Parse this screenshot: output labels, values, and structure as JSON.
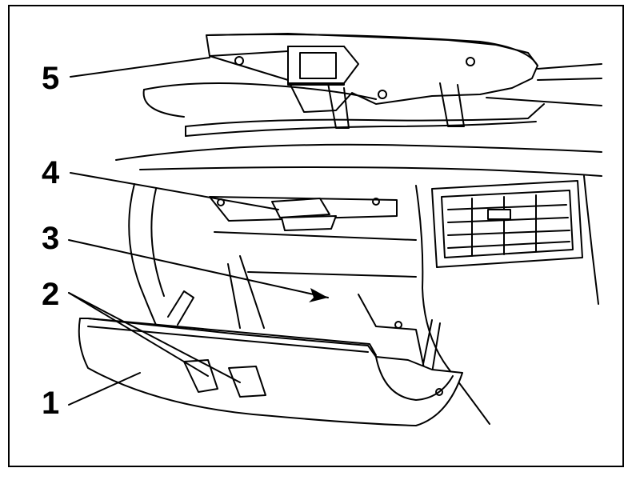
{
  "colors": {
    "ink": "#000000",
    "paper": "#ffffff",
    "part_fill": "#d0d0d0"
  },
  "callouts": [
    {
      "id": "5",
      "label": "5"
    },
    {
      "id": "4",
      "label": "4"
    },
    {
      "id": "3",
      "label": "3"
    },
    {
      "id": "2",
      "label": "2"
    },
    {
      "id": "1",
      "label": "1"
    }
  ]
}
